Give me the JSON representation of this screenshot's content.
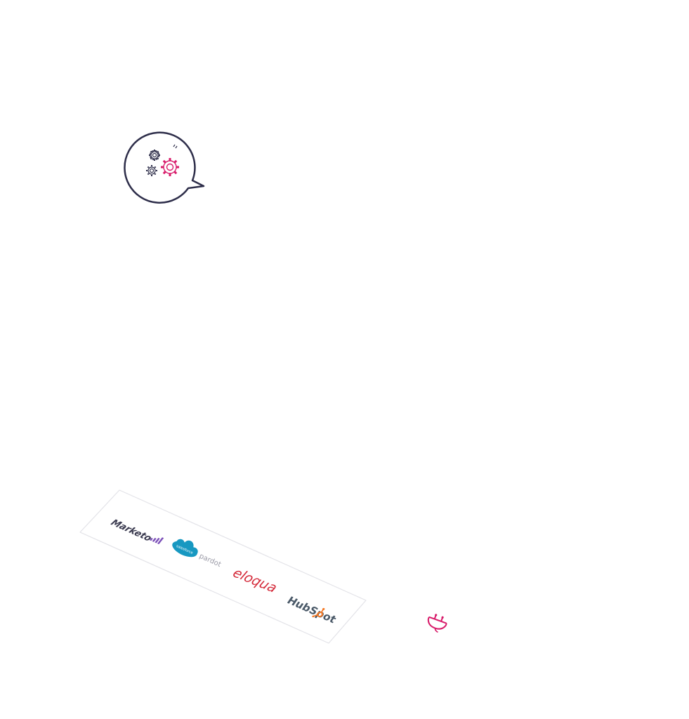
{
  "logos": [
    {
      "name": "marketo",
      "text": "Marketo",
      "color": "#3a3a4f",
      "accent": "#7b4fb8"
    },
    {
      "name": "salesforce-pardot",
      "cloud_text": "salesforce",
      "text": "pardot",
      "color": "#9a9aa6",
      "accent": "#1798c1"
    },
    {
      "name": "eloqua",
      "text": "eloqua",
      "color": "#d42a3a"
    },
    {
      "name": "hubspot",
      "text": "HubSpot",
      "color": "#4a5968",
      "accent": "#f57722"
    }
  ],
  "colors": {
    "outline": "#2e2e4a",
    "accent_pink": "#d81b6a",
    "gear_dark": "#2e2e4a",
    "card_border": "#e3e3e8"
  },
  "icons": [
    "gears-icon",
    "speech-bubble-icon",
    "plug-icon"
  ]
}
